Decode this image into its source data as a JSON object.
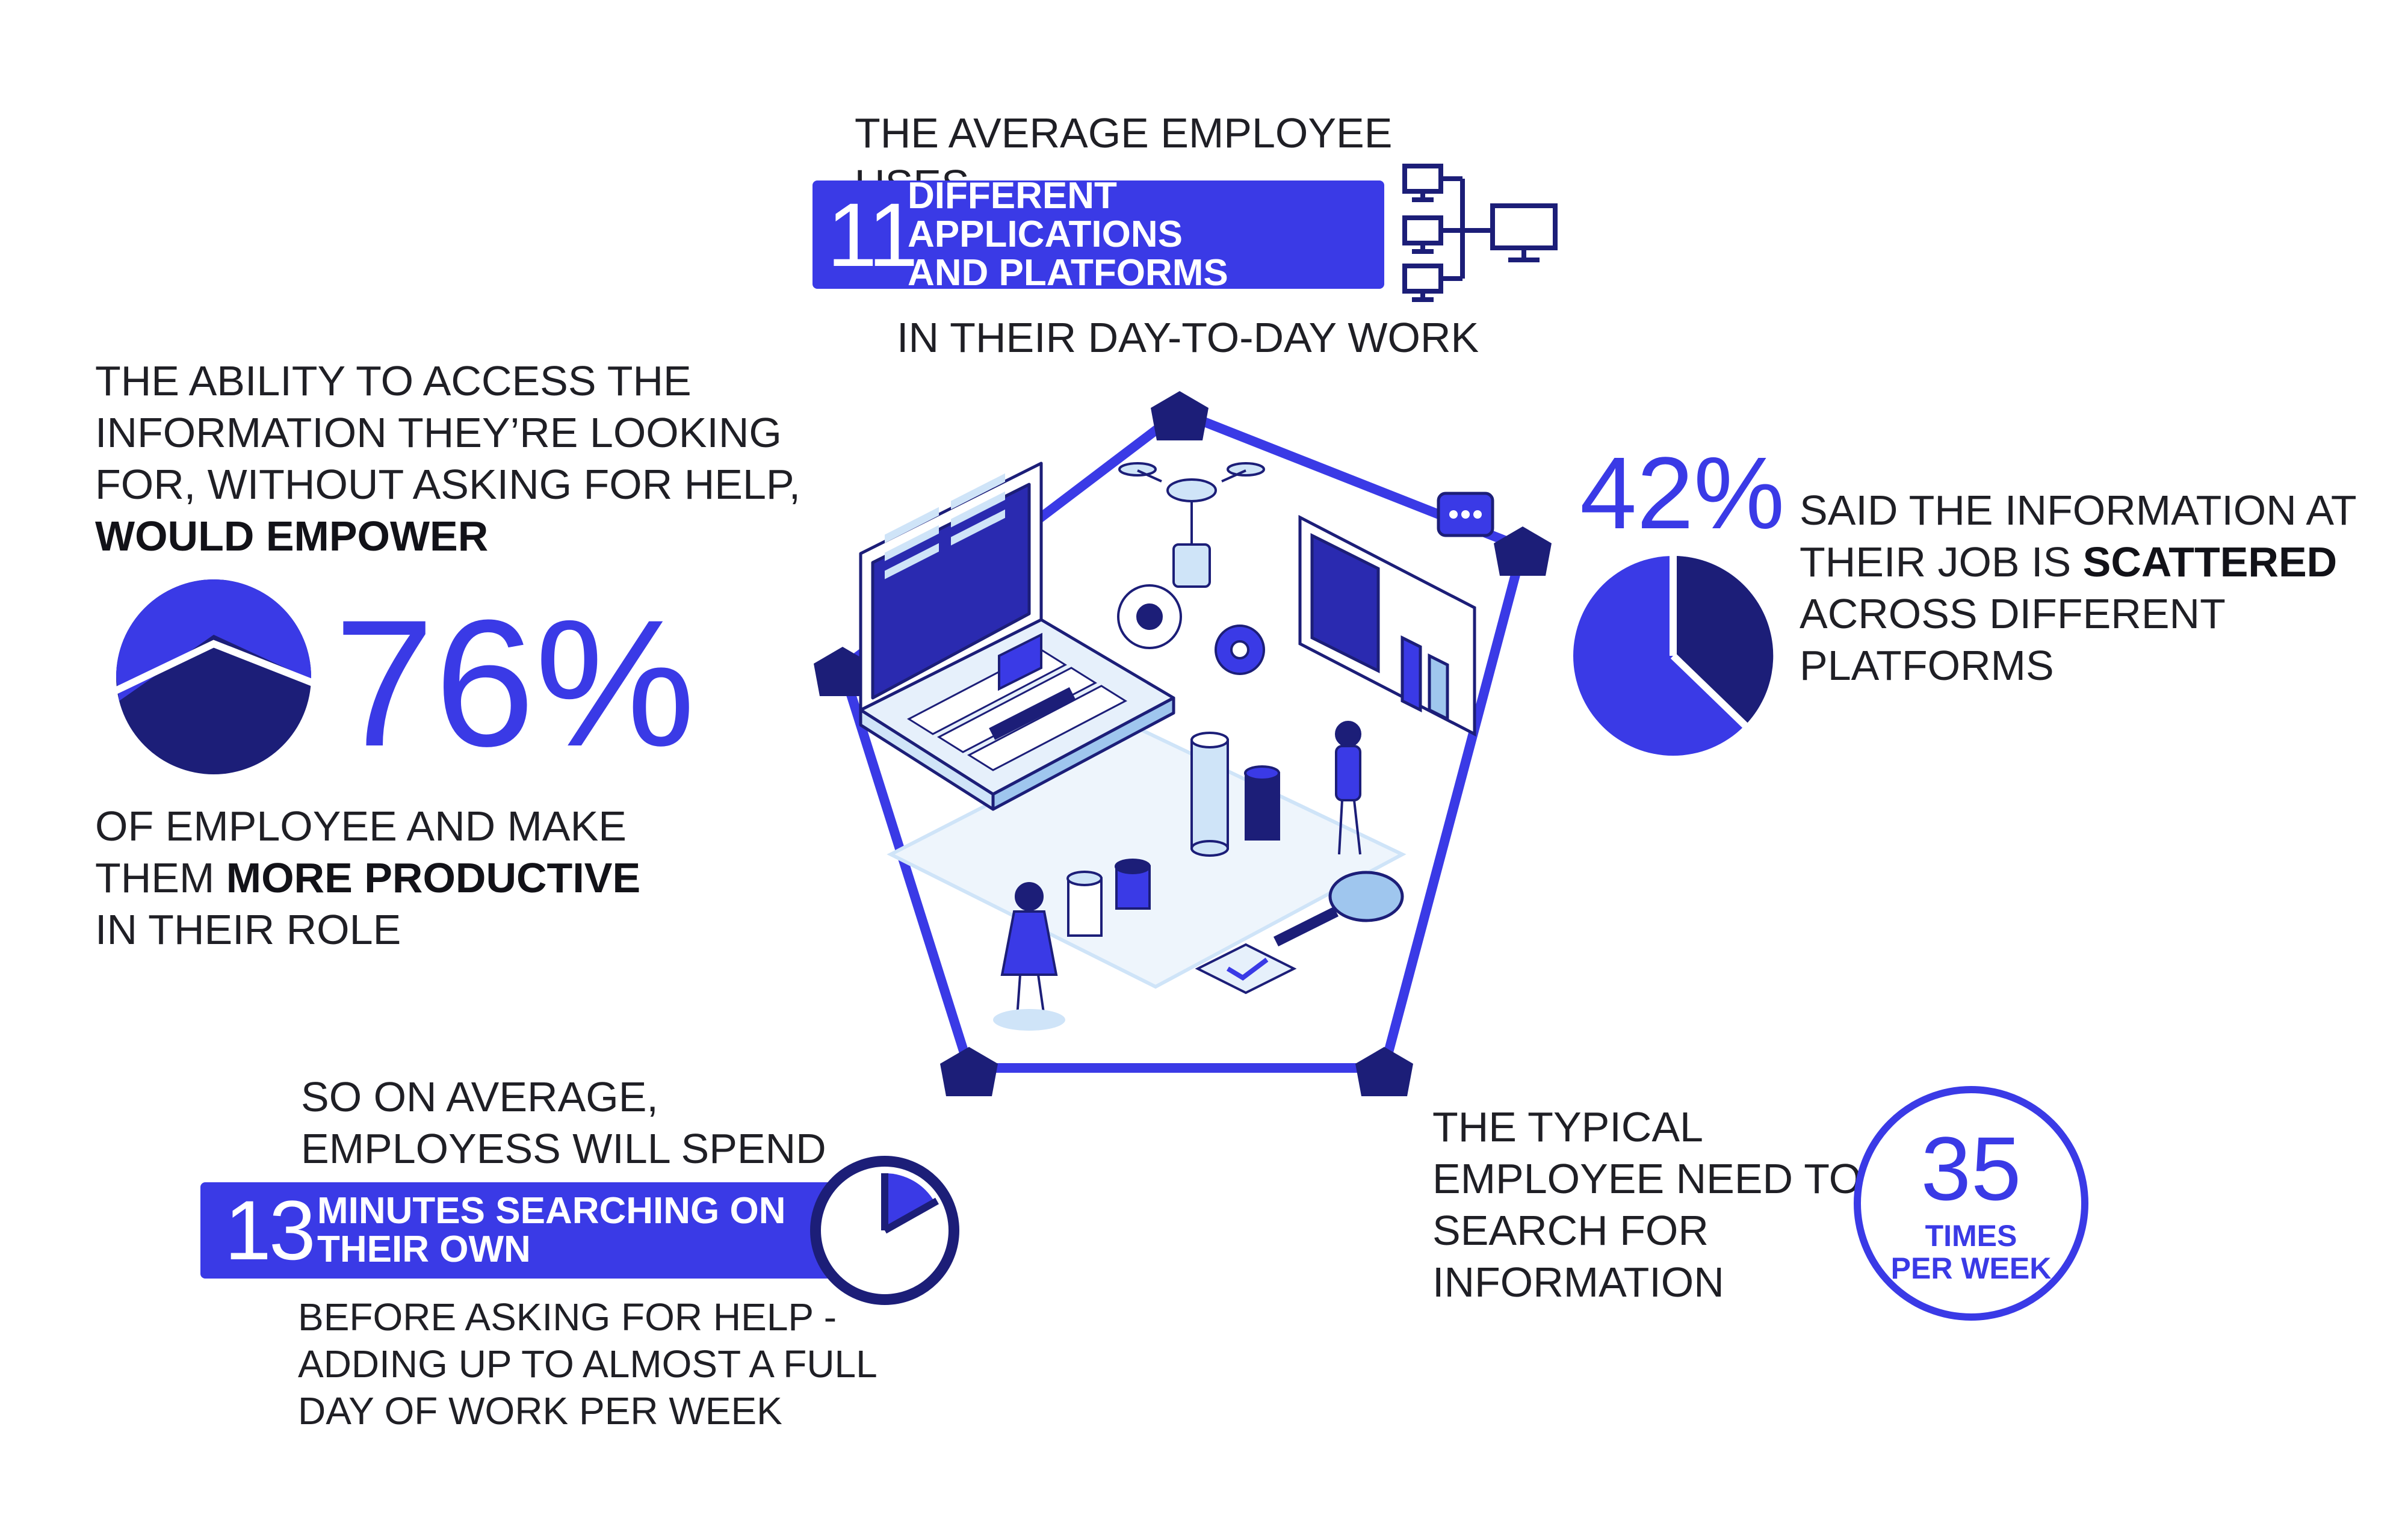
{
  "top": {
    "intro": "THE AVERAGE EMPLOYEE USES",
    "number": "11",
    "banner_line1": "DIFFERENT APPLICATIONS",
    "banner_line2": "AND PLATFORMS",
    "outro": "IN THEIR DAY-TO-DAY WORK",
    "icon": "network-computers-icon"
  },
  "left": {
    "line1": "THE ABILITY TO ACCESS THE",
    "line2": "INFORMATION THEY’RE LOOKING",
    "line3": "FOR, WITHOUT ASKING FOR HELP,",
    "line4_bold": "WOULD EMPOWER",
    "percent": "76%",
    "percent_value": 76,
    "after_line1": "OF EMPLOYEE AND MAKE",
    "after_line2_plain": "THEM ",
    "after_line2_bold": "MORE PRODUCTIVE",
    "after_line3": "IN THEIR ROLE",
    "icon": "pie-chart-icon"
  },
  "right": {
    "percent": "42%",
    "percent_value": 42,
    "line1": "SAID THE INFORMATION AT",
    "line2_plain": "THEIR JOB IS ",
    "line2_bold": "SCATTERED",
    "line3": "ACROSS DIFFERENT",
    "line4": "PLATFORMS",
    "icon": "pie-chart-icon"
  },
  "bottom_left": {
    "intro1": "SO ON AVERAGE,",
    "intro2": "EMPLOYESS WILL SPEND",
    "number": "13",
    "banner_line1": "MINUTES SEARCHING ON",
    "banner_line2": "THEIR OWN",
    "outro1": "BEFORE ASKING FOR HELP -",
    "outro2": "ADDING UP TO ALMOST A FULL",
    "outro3": "DAY OF WORK PER WEEK",
    "icon": "clock-icon"
  },
  "bottom_right": {
    "line1": "THE TYPICAL",
    "line2": "EMPLOYEE NEED TO",
    "line3": "SEARCH FOR",
    "line4": "INFORMATION",
    "number": "35",
    "sub1": "TIMES",
    "sub2": "PER WEEK"
  },
  "center": {
    "illustration": "isometric-workspace-illustration",
    "shape": "pentagon-frame"
  },
  "colors": {
    "accent": "#3a3ae6",
    "navy": "#1c1e78",
    "light_blue": "#cfe4f8",
    "text": "#1f1f25"
  }
}
